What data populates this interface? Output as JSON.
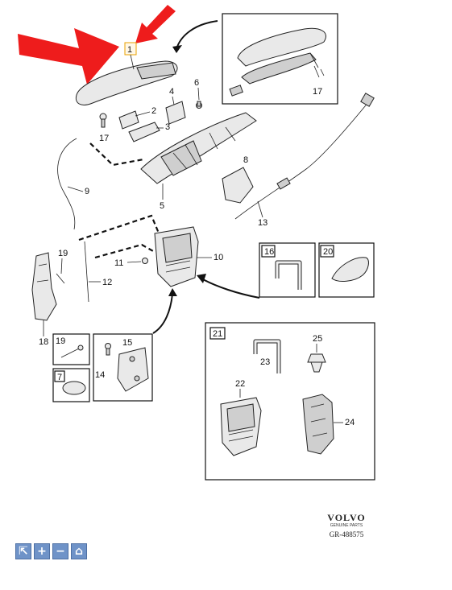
{
  "callouts": {
    "c1": "1",
    "c2": "2",
    "c3": "3",
    "c4": "4",
    "c5": "5",
    "c6": "6",
    "c7": "7",
    "c8": "8",
    "c9": "9",
    "c10": "10",
    "c11": "11",
    "c12": "12",
    "c13": "13",
    "c14": "14",
    "c15": "15",
    "c16": "16",
    "c17": "17",
    "c17b": "17",
    "c18": "18",
    "c19": "19",
    "c19b": "19",
    "c20": "20",
    "c21": "21",
    "c22": "22",
    "c23": "23",
    "c24": "24",
    "c25": "25"
  },
  "brand": {
    "name": "VOLVO",
    "subtitle": "GENUINE PARTS",
    "code": "GR-488575"
  },
  "toolbar": {
    "buttons": [
      {
        "icon": "cursor-icon",
        "glyph": "⇱"
      },
      {
        "icon": "zoom-in-icon",
        "glyph": "+"
      },
      {
        "icon": "zoom-out-icon",
        "glyph": "−"
      },
      {
        "icon": "home-icon",
        "glyph": "⌂"
      }
    ]
  },
  "colors": {
    "highlight_arrow": "#ee1c1c",
    "callout_highlight": "#e8a000",
    "toolbar": "#6f93c8"
  }
}
